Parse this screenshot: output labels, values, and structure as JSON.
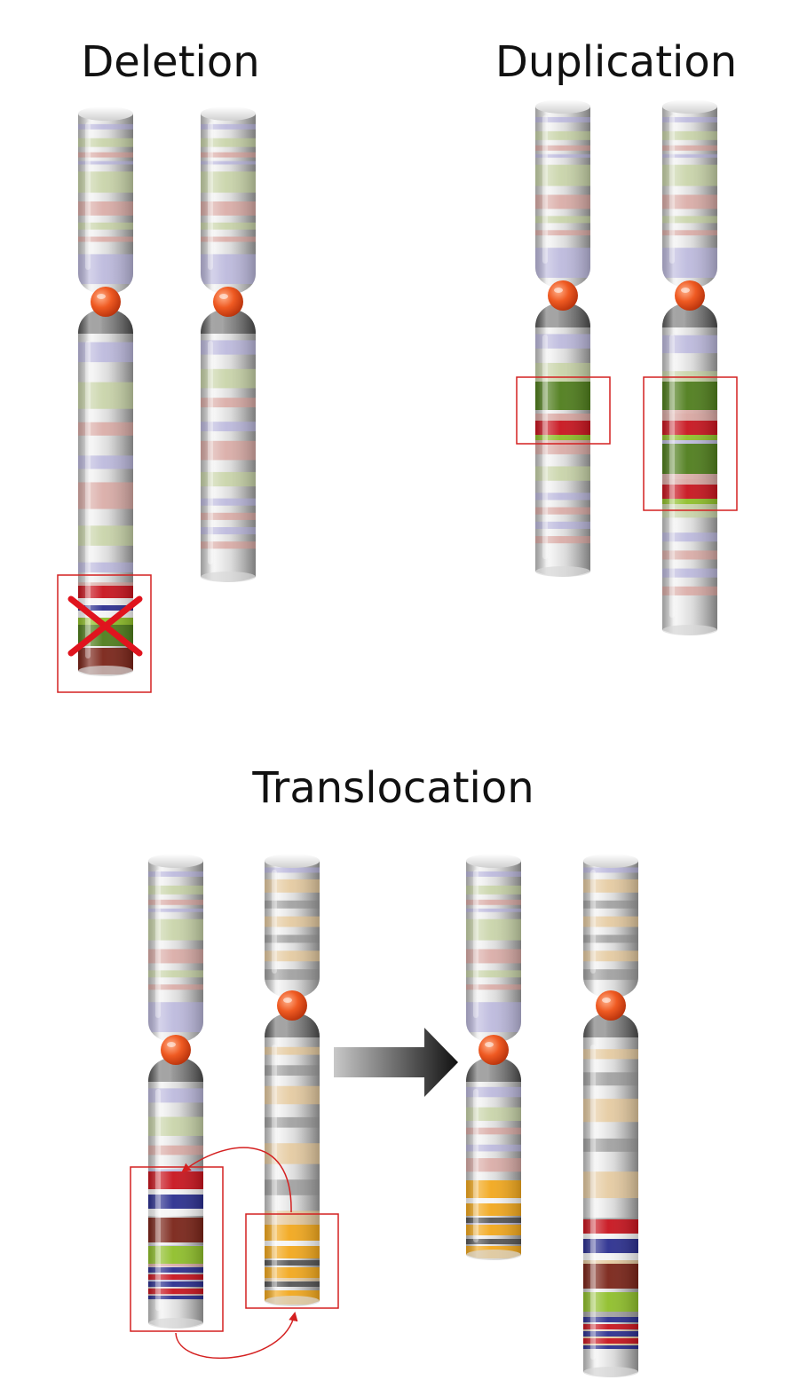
{
  "titles": {
    "deletion": "Deletion",
    "duplication": "Duplication",
    "translocation": "Translocation"
  },
  "colors": {
    "centromere": "#e8501f",
    "highlight_box": "#d42020",
    "arrow_dark": "#111111",
    "arrow_light": "#c8c8c8",
    "band_green": "#4f7d1c",
    "band_red": "#c8141e",
    "band_blue": "#2b2f8f",
    "band_brown": "#7a2418",
    "band_orange": "#f2a81d"
  },
  "icons": {
    "deletion_mark": "x-mark-icon",
    "translocation_step": "arrow-right-icon",
    "exchange": "curved-arrow-icon"
  }
}
